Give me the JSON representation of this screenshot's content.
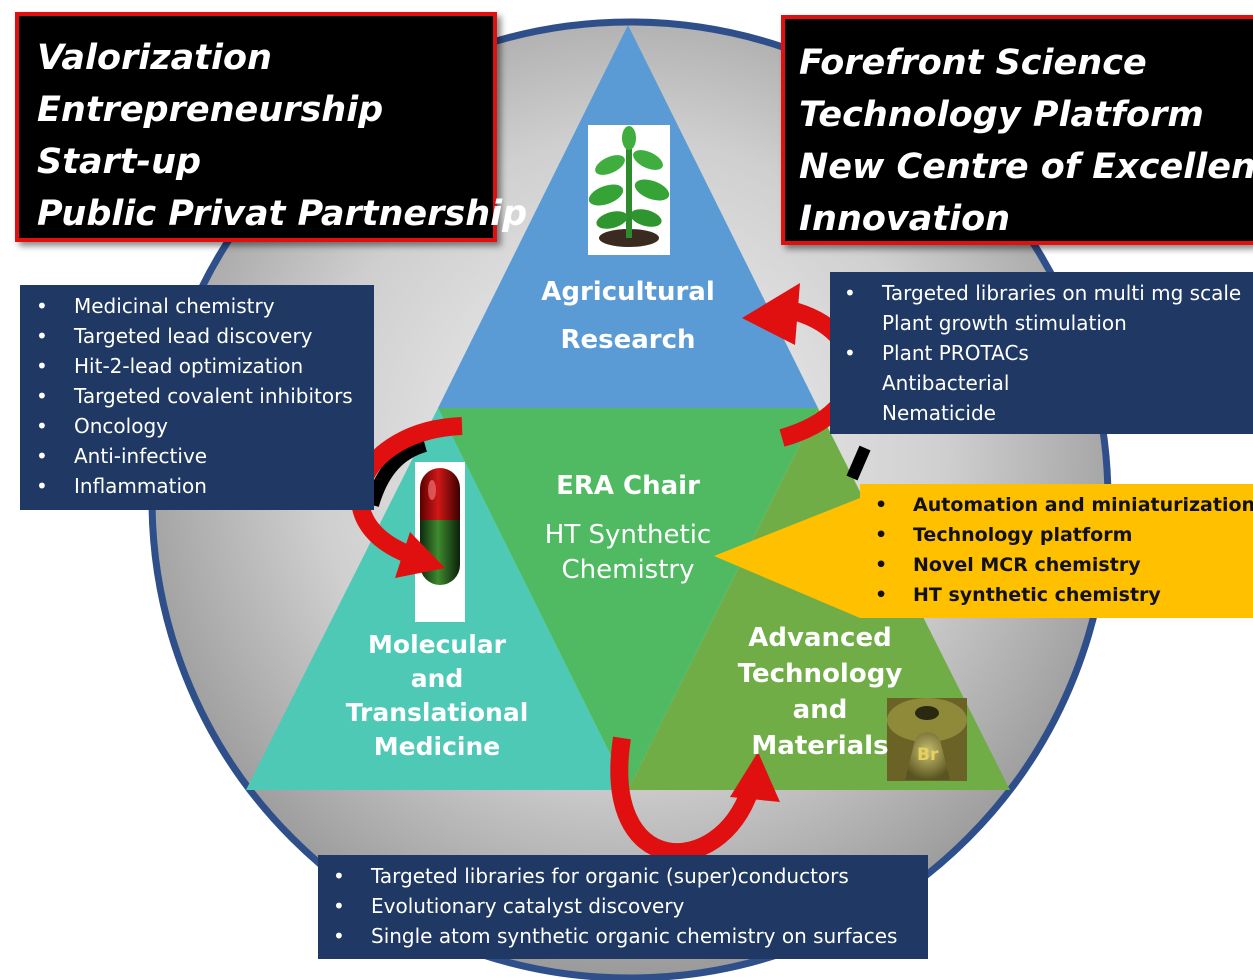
{
  "left_header": {
    "lines": [
      "Valorization",
      "Entrepreneurship",
      "Start-up",
      "Public Privat Partnership"
    ]
  },
  "right_header": {
    "lines": [
      "Forefront Science",
      "Technology Platform",
      "New Centre of Excellence",
      "Innovation"
    ]
  },
  "left_list": {
    "items": [
      "Medicinal chemistry",
      "Targeted lead discovery",
      "Hit-2-lead optimization",
      "Targeted covalent inhibitors",
      "Oncology",
      "Anti-infective",
      "Inflammation"
    ]
  },
  "right_top_list": {
    "items": [
      "Targeted libraries on multi mg scale",
      "Plant growth stimulation",
      "Plant PROTACs",
      "Antibacterial",
      "Nematicide"
    ]
  },
  "callout_list": {
    "items": [
      "Automation and miniaturization",
      "Technology platform",
      "Novel MCR chemistry",
      "HT synthetic chemistry"
    ]
  },
  "bottom_list": {
    "items": [
      "Targeted libraries for organic (super)conductors",
      "Evolutionary catalyst discovery",
      "Single atom synthetic organic chemistry on surfaces"
    ]
  },
  "triangles": {
    "agri": {
      "line1": "Agricultural",
      "line2": "Research"
    },
    "center": {
      "title": "ERA Chair",
      "line1": "HT Synthetic",
      "line2": "Chemistry"
    },
    "medicine": {
      "line1": "Molecular",
      "line2": "and",
      "line3": "Translational",
      "line4": "Medicine"
    },
    "tech": {
      "line1": "Advanced",
      "line2": "Technology",
      "line3": "and",
      "line4": "Materials"
    }
  },
  "bullet_glyph": "•",
  "br_symbol": "Br",
  "colors": {
    "agri": "#5b9bd5",
    "center": "#4fba62",
    "medicine": "#4ec9b5",
    "tech": "#70ad47",
    "navy": "#1f3864",
    "gold": "#ffc000",
    "arrow": "#e01010",
    "circle": "#a6a6a6",
    "circle_ring": "#2f4f8a"
  }
}
